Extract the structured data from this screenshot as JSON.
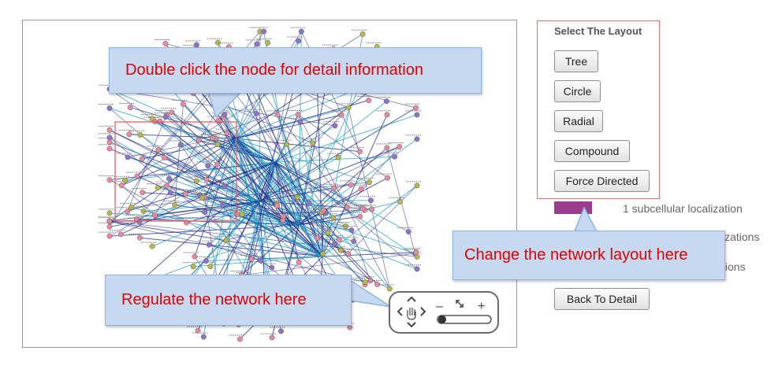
{
  "callouts": {
    "node_detail": "Double click the node for detail information",
    "regulate": "Regulate the network here",
    "change_layout": "Change the network layout here"
  },
  "layout_panel": {
    "title": "Select The Layout",
    "buttons": [
      "Tree",
      "Circle",
      "Radial",
      "Compound",
      "Force Directed"
    ]
  },
  "legend": {
    "items": [
      "1 subcellular localization",
      "izations",
      "tions"
    ],
    "swatch_color": "#9b3c8f"
  },
  "back_button": "Back To Detail",
  "zoom_control": {
    "minus": "–",
    "plus": "+",
    "pan_icon": "hand-pan-icon",
    "fit_icon": "fit-to-screen-icon"
  },
  "colors": {
    "callout_fill": "#c6d9f1",
    "callout_text": "#e00000",
    "highlight_border": "#e87070",
    "edge_dark": "#1f2a8a",
    "edge_cyan": "#1fa3c8",
    "node_pink": "#e98aa0",
    "node_olive": "#b8b84a",
    "node_purple": "#8f74c8"
  }
}
